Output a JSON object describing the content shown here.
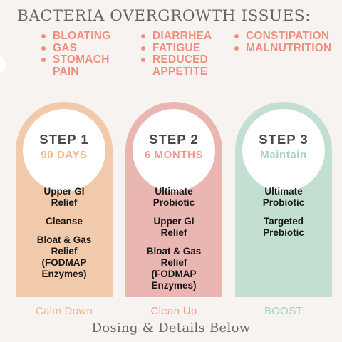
{
  "title": "BACTERIA OVERGROWTH ISSUES:",
  "issues": {
    "col1": [
      "BLOATING",
      "GAS",
      "STOMACH\nPAIN"
    ],
    "col2": [
      "DIARRHEA",
      "FATIGUE",
      "REDUCED\nAPPETITE"
    ],
    "col3": [
      "CONSTIPATION",
      "MALNUTRITION"
    ]
  },
  "colors": {
    "accent": "#ef8e7f",
    "step1_card": "#f1c9ab",
    "step1_accent": "#f2b58a",
    "step2_card": "#eab6b2",
    "step2_accent": "#f3988c",
    "step3_card": "#c3dfd2",
    "step3_accent": "#a6d1bc"
  },
  "steps": [
    {
      "label": "STEP 1",
      "sub": "90 DAYS",
      "items": [
        "Upper GI\nRelief",
        "Cleanse",
        "Bloat & Gas\nRelief\n(FODMAP\nEnzymes)"
      ],
      "footer": "Calm Down"
    },
    {
      "label": "STEP 2",
      "sub": "6 MONTHS",
      "items": [
        "Ultimate\nProbiotic",
        "Upper GI\nRelief",
        "Bloat & Gas\nRelief\n(FODMAP\nEnzymes)"
      ],
      "footer": "Clean Up"
    },
    {
      "label": "STEP 3",
      "sub": "Maintain",
      "items": [
        "Ultimate\nProbiotic",
        "Targeted\nPrebiotic"
      ],
      "footer": "BOOST"
    }
  ],
  "subtitle": "Dosing & Details Below"
}
